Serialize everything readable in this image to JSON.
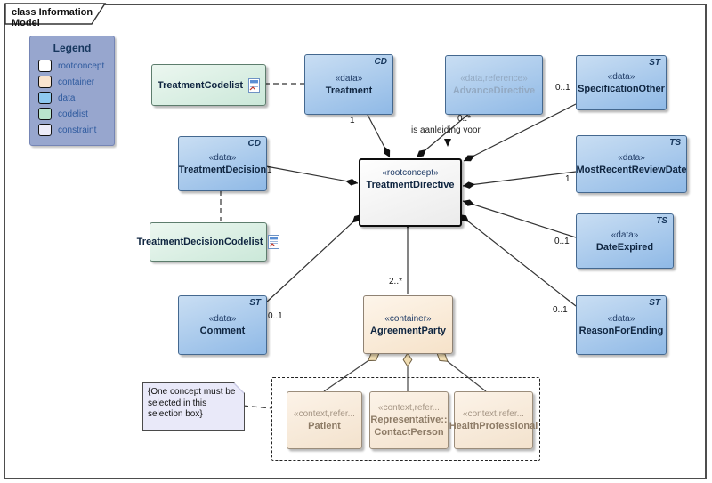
{
  "frame": {
    "tab_label": "class Information Model"
  },
  "legend": {
    "title": "Legend",
    "items": [
      {
        "label": "rootconcept",
        "color": "#ffffff"
      },
      {
        "label": "container",
        "color": "#f9e4cf"
      },
      {
        "label": "data",
        "color": "#8ec8ef"
      },
      {
        "label": "codelist",
        "color": "#b9e5cd"
      },
      {
        "label": "constraint",
        "color": "#ececf9"
      }
    ]
  },
  "nodes": {
    "treatment_codelist": {
      "name": "TreatmentCodelist",
      "kind": "codelist"
    },
    "treatment": {
      "stereotype": "«data»",
      "name": "Treatment",
      "type_letter": "CD",
      "kind": "data"
    },
    "advance_directive": {
      "stereotype": "«data,reference»",
      "name": "AdvanceDirective",
      "kind": "data-reference"
    },
    "specification_other": {
      "stereotype": "«data»",
      "name": "SpecificationOther",
      "type_letter": "ST",
      "kind": "data"
    },
    "treatment_decision": {
      "stereotype": "«data»",
      "name": "TreatmentDecision",
      "type_letter": "CD",
      "kind": "data"
    },
    "most_recent_review_date": {
      "stereotype": "«data»",
      "name": "MostRecentReviewDate",
      "type_letter": "TS",
      "kind": "data"
    },
    "treatment_directive": {
      "stereotype": "«rootconcept»",
      "name": "TreatmentDirective",
      "kind": "rootconcept"
    },
    "treatment_decision_codelist": {
      "name": "TreatmentDecisionCodelist",
      "kind": "codelist"
    },
    "date_expired": {
      "stereotype": "«data»",
      "name": "DateExpired",
      "type_letter": "TS",
      "kind": "data"
    },
    "comment": {
      "stereotype": "«data»",
      "name": "Comment",
      "type_letter": "ST",
      "kind": "data"
    },
    "agreement_party": {
      "stereotype": "«container»",
      "name": "AgreementParty",
      "kind": "container"
    },
    "reason_for_ending": {
      "stereotype": "«data»",
      "name": "ReasonForEnding",
      "type_letter": "ST",
      "kind": "data"
    },
    "patient": {
      "stereotype": "«context,refer...",
      "name": "Patient",
      "kind": "context-reference"
    },
    "contact_person": {
      "stereotype": "«context,refer...",
      "name_line1": "Representative::",
      "name_line2": "ContactPerson",
      "kind": "context-reference"
    },
    "health_professional": {
      "stereotype": "«context,refer...",
      "name": "HealthProfessional",
      "kind": "context-reference"
    }
  },
  "edges": [
    {
      "from": "Treatment",
      "to": "TreatmentDirective",
      "type": "composition",
      "multiplicity": "1"
    },
    {
      "from": "AdvanceDirective",
      "to": "TreatmentDirective",
      "type": "composition",
      "multiplicity": "0..*",
      "label": "is aanleiding voor"
    },
    {
      "from": "SpecificationOther",
      "to": "TreatmentDirective",
      "type": "composition",
      "multiplicity": "0..1"
    },
    {
      "from": "MostRecentReviewDate",
      "to": "TreatmentDirective",
      "type": "composition",
      "multiplicity": "1"
    },
    {
      "from": "DateExpired",
      "to": "TreatmentDirective",
      "type": "composition",
      "multiplicity": "0..1"
    },
    {
      "from": "ReasonForEnding",
      "to": "TreatmentDirective",
      "type": "composition",
      "multiplicity": "0..1"
    },
    {
      "from": "AgreementParty",
      "to": "TreatmentDirective",
      "type": "composition",
      "multiplicity": "2..*"
    },
    {
      "from": "Comment",
      "to": "TreatmentDirective",
      "type": "composition",
      "multiplicity": "0..1"
    },
    {
      "from": "TreatmentDecision",
      "to": "TreatmentDirective",
      "type": "composition",
      "multiplicity": "1"
    },
    {
      "from": "TreatmentCodelist",
      "to": "Treatment",
      "type": "dashed-dependency"
    },
    {
      "from": "TreatmentDecisionCodelist",
      "to": "TreatmentDecision",
      "type": "dashed-dependency"
    },
    {
      "from": "Patient",
      "to": "AgreementParty",
      "type": "aggregation"
    },
    {
      "from": "Representative::ContactPerson",
      "to": "AgreementParty",
      "type": "aggregation"
    },
    {
      "from": "HealthProfessional",
      "to": "AgreementParty",
      "type": "aggregation"
    },
    {
      "from": "note",
      "to": "selection-box",
      "type": "dashed-note-link"
    }
  ],
  "note": {
    "text": "{One concept must be selected in this selection box}"
  },
  "colors": {
    "data_fill": "#8fb9e6",
    "codelist_fill": "#cbe8d9",
    "container_fill": "#f6e2c9",
    "rootconcept_fill": "#f5f5f5",
    "constraint_fill": "#e9e9f9",
    "legend_bg": "#97a6ce",
    "frame_border": "#4d4d4d",
    "wire": "#333333",
    "aggregation_diamond": "#f0ddb2"
  }
}
